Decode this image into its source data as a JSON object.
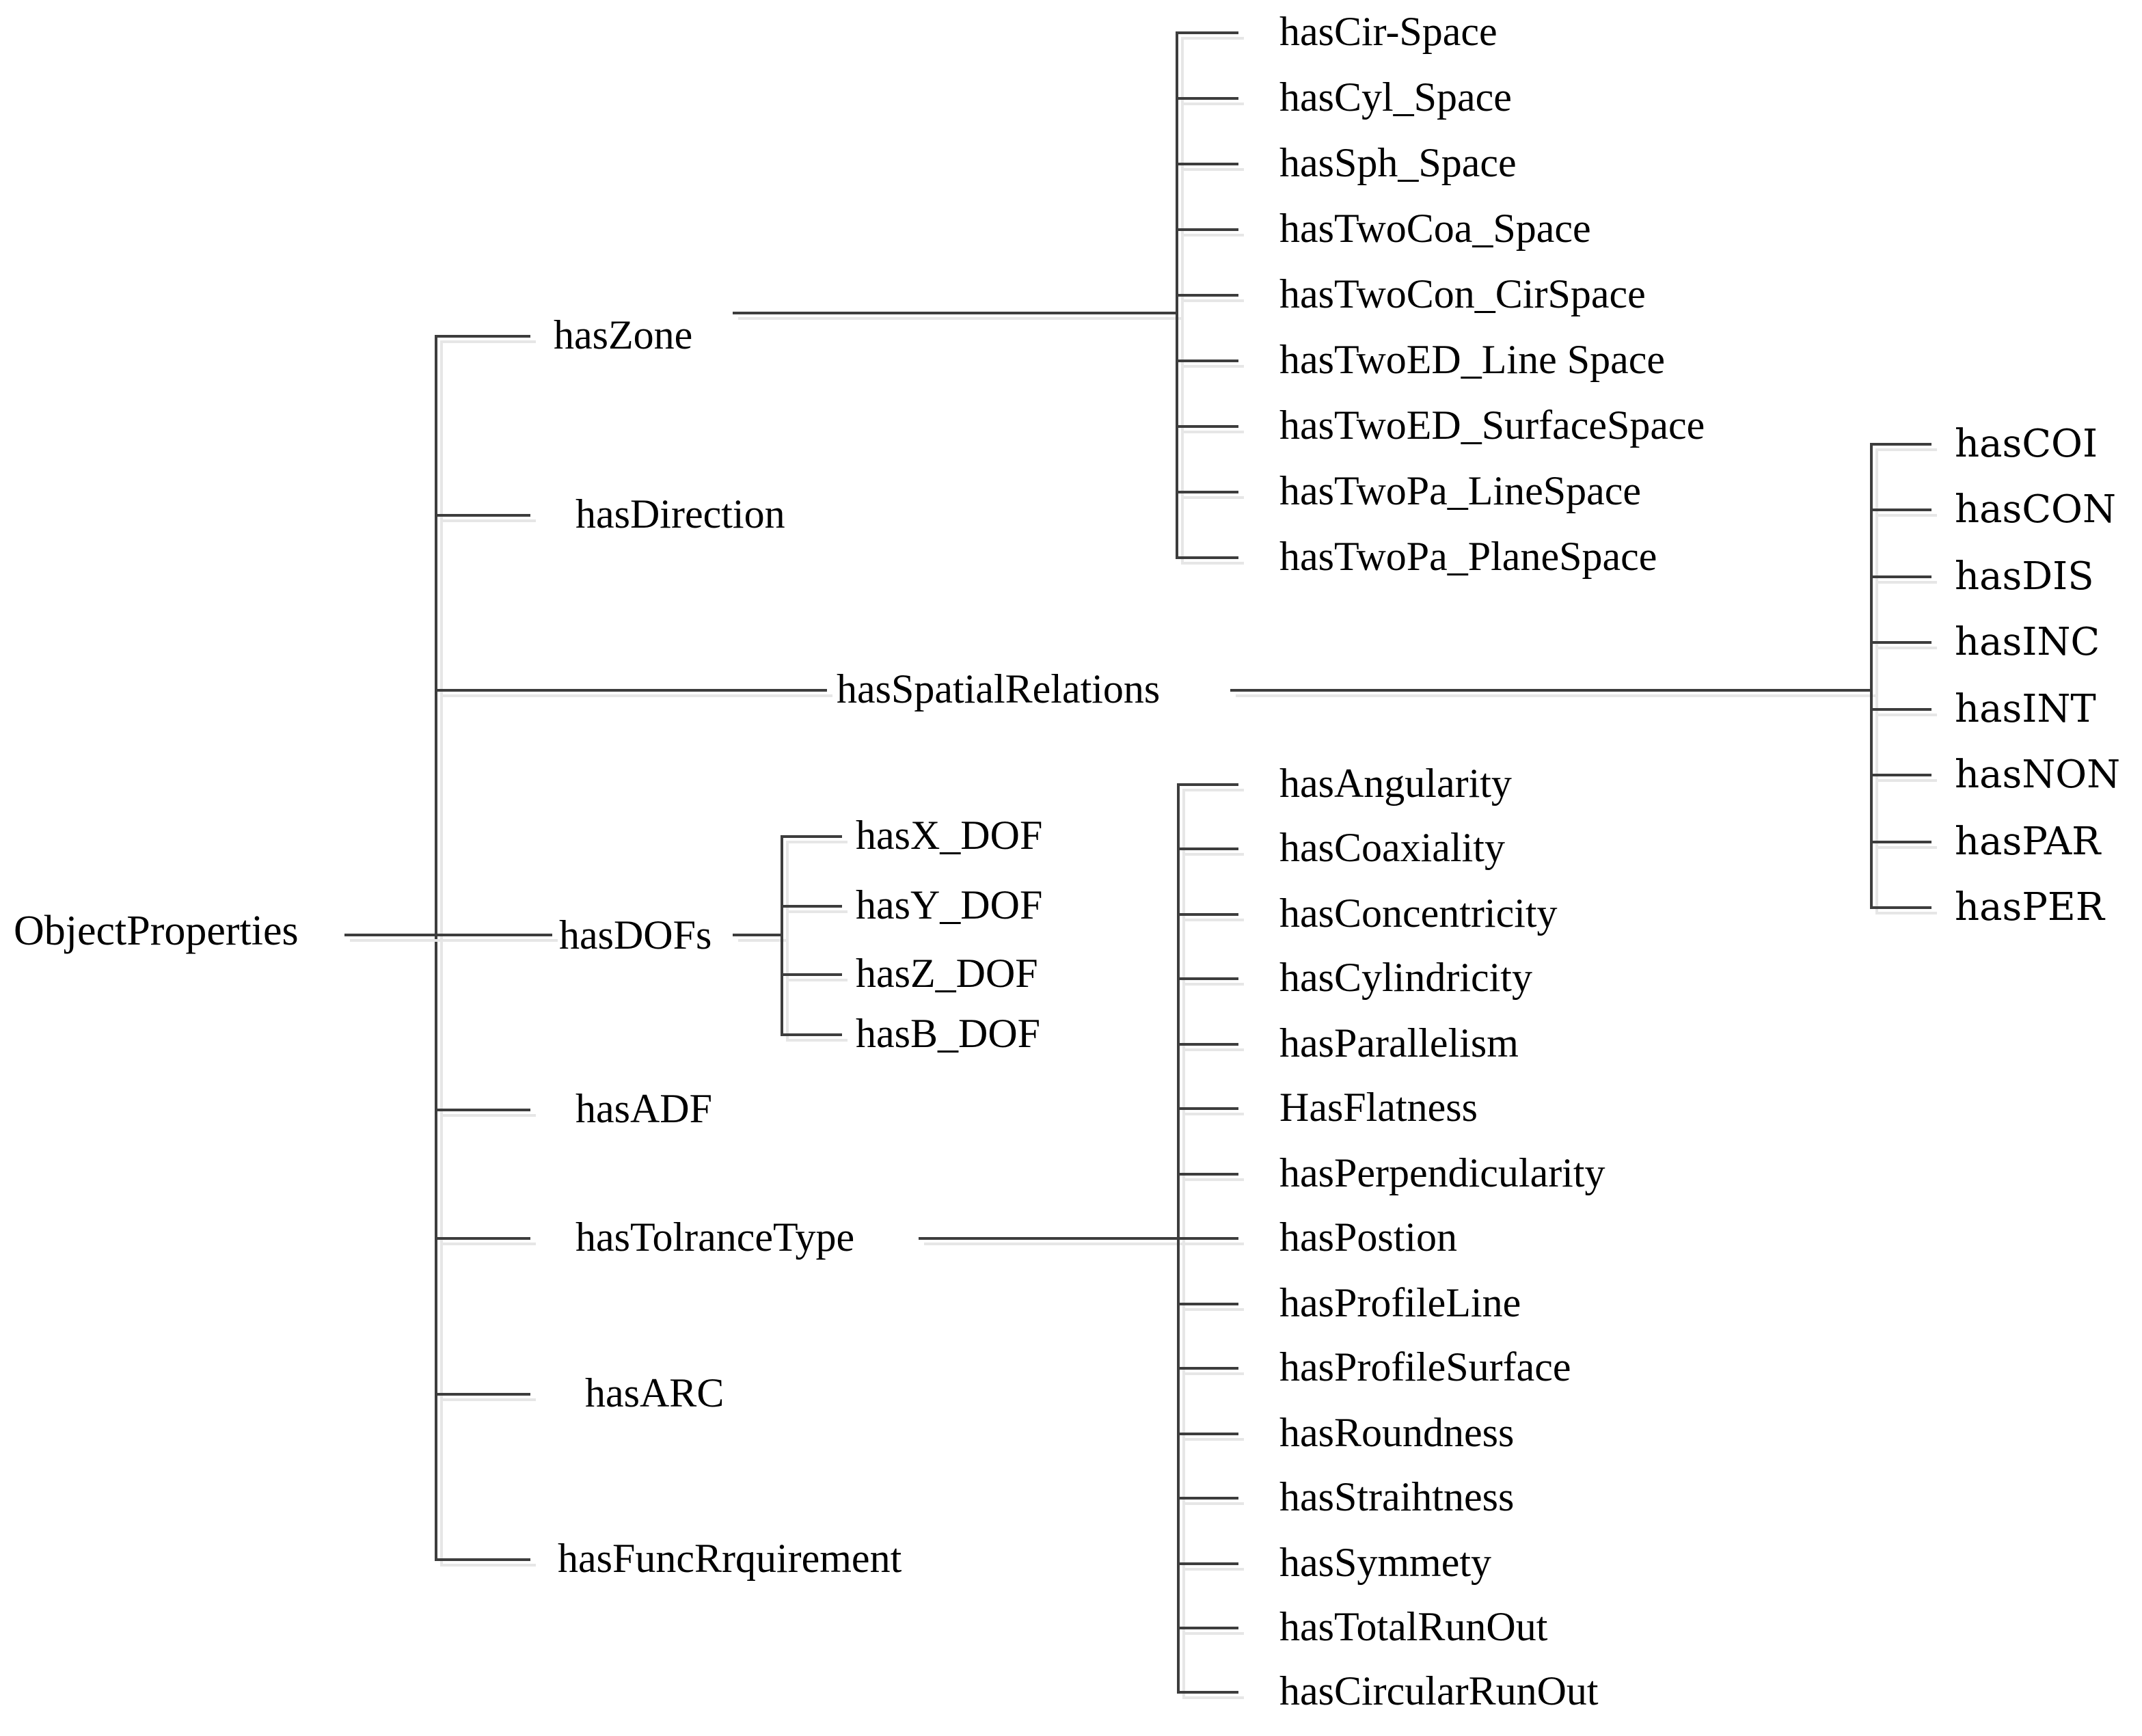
{
  "colors": {
    "line": "#3d3d3d",
    "line_shadow": "#e6e6e6",
    "text": "#000000",
    "background": "#ffffff"
  },
  "tree": {
    "root": {
      "label": "ObjectProperties"
    },
    "level1": [
      {
        "label": "hasZone",
        "children": [
          "hasCir-Space",
          "hasCyl_Space",
          "hasSph_Space",
          "hasTwoCoa_Space",
          "hasTwoCon_CirSpace",
          "hasTwoED_Line Space",
          "hasTwoED_SurfaceSpace",
          "hasTwoPa_LineSpace",
          "hasTwoPa_PlaneSpace"
        ]
      },
      {
        "label": "hasDirection",
        "children": []
      },
      {
        "label": "hasSpatialRelations",
        "children": [
          "hasCOI",
          "hasCON",
          "hasDIS",
          "hasINC",
          "hasINT",
          "hasNON",
          "hasPAR",
          "hasPER"
        ]
      },
      {
        "label": "hasDOFs",
        "children": [
          "hasX_DOF",
          "hasY_DOF",
          "hasZ_DOF",
          "hasB_DOF"
        ]
      },
      {
        "label": "hasADF",
        "children": []
      },
      {
        "label": "hasTolranceType",
        "children": [
          "hasAngularity",
          "hasCoaxiality",
          "hasConcentricity",
          "hasCylindricity",
          "hasParallelism",
          "HasFlatness",
          "hasPerpendicularity",
          "hasPostion",
          "hasProfileLine",
          "hasProfileSurface",
          "hasRoundness",
          "hasStraihtness",
          "hasSymmety",
          "hasTotalRunOut",
          "hasCircularRunOut"
        ]
      },
      {
        "label": "hasARC",
        "children": []
      },
      {
        "label": "hasFuncRrquirement",
        "children": []
      }
    ]
  }
}
